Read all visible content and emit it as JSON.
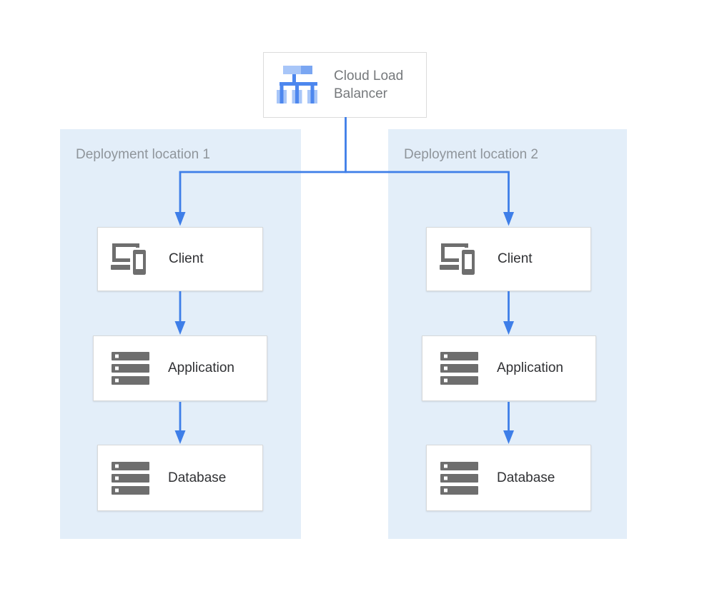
{
  "diagram": {
    "load_balancer": {
      "label": "Cloud Load Balancer",
      "icon": "cloud-load-balancer-icon"
    },
    "locations": [
      {
        "label": "Deployment location 1",
        "nodes": [
          {
            "label": "Client",
            "icon": "client-devices-icon"
          },
          {
            "label": "Application",
            "icon": "server-stack-icon"
          },
          {
            "label": "Database",
            "icon": "server-stack-icon"
          }
        ]
      },
      {
        "label": "Deployment location 2",
        "nodes": [
          {
            "label": "Client",
            "icon": "client-devices-icon"
          },
          {
            "label": "Application",
            "icon": "server-stack-icon"
          },
          {
            "label": "Database",
            "icon": "server-stack-icon"
          }
        ]
      }
    ],
    "colors": {
      "panel_background": "#e3eef9",
      "connector_arrow": "#3e7ee8",
      "node_border": "#d7d9da",
      "node_label": "#303134",
      "zone_label": "#8f959b",
      "lb_label": "#76797c",
      "node_icon_gray": "#6e6e6e",
      "lb_icon_light_blue": "#a8c6f8",
      "lb_icon_medium_blue": "#7aa6f2",
      "lb_icon_strong_blue": "#4d87ee"
    }
  }
}
